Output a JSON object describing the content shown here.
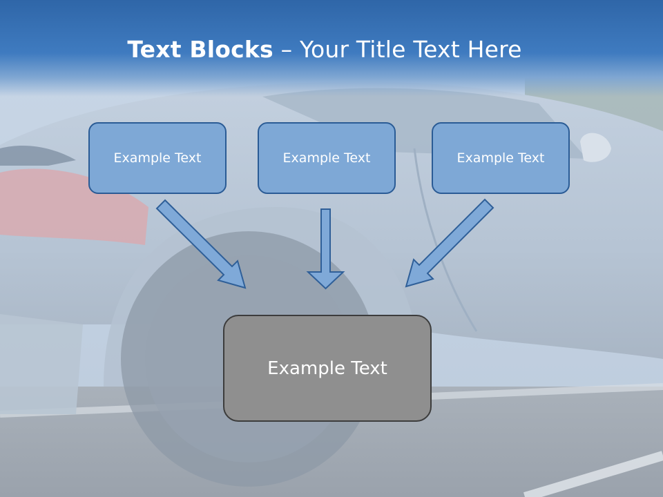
{
  "title": {
    "bold": "Text Blocks",
    "rest": " – Your Title Text Here"
  },
  "boxes": {
    "top": [
      "Example Text",
      "Example Text",
      "Example Text"
    ],
    "bottom": "Example Text"
  },
  "colors": {
    "header": "#3a72b6",
    "box_fill": "#7ea8d6",
    "box_border": "#2a5b95",
    "arrow_fill": "#7fa9d8",
    "bottom_fill": "#8f8f8f"
  }
}
